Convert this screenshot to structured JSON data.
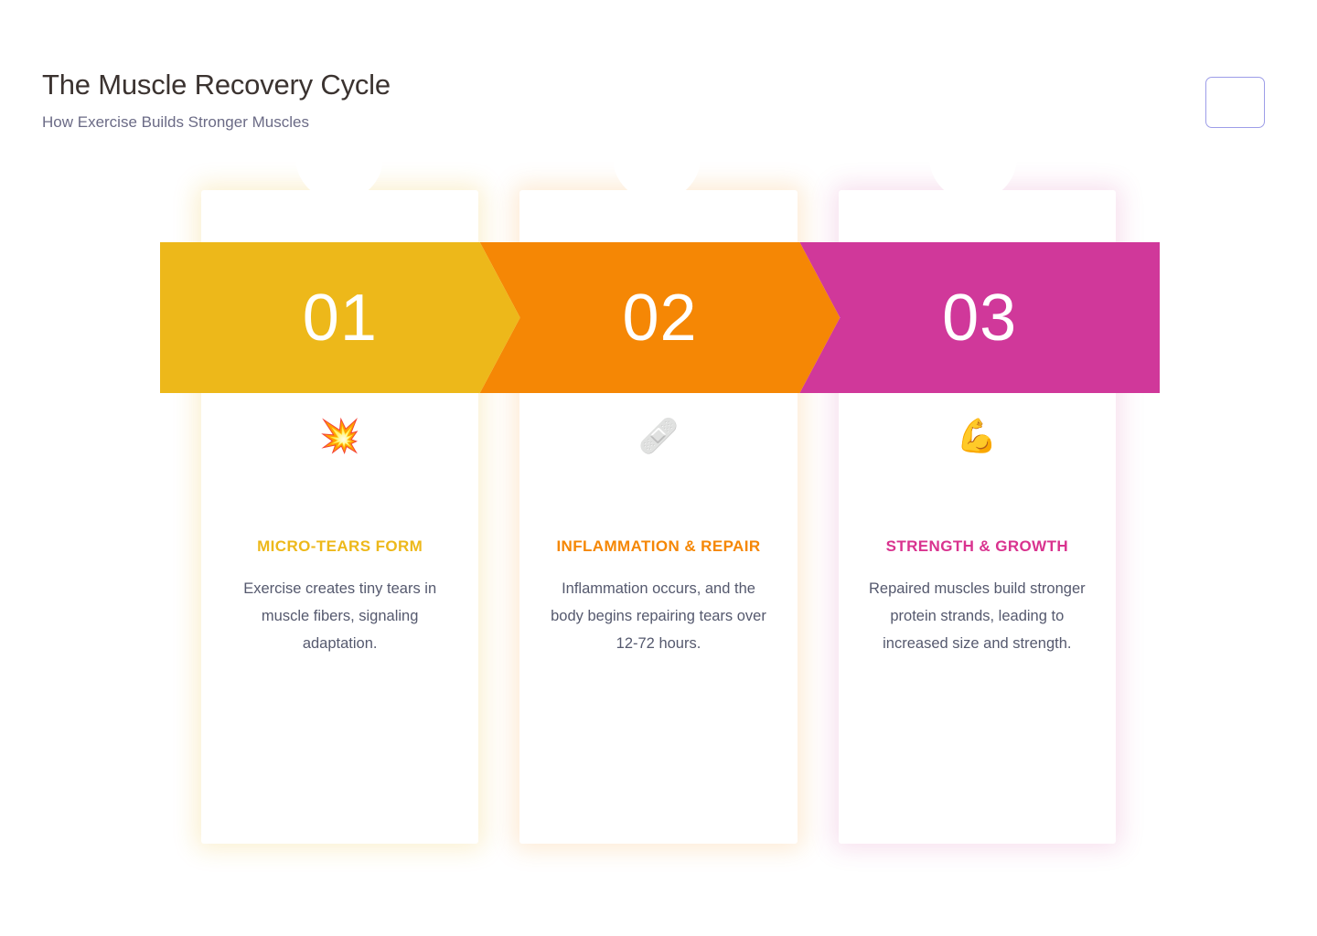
{
  "header": {
    "title": "The Muscle Recovery Cycle",
    "subtitle": "How Exercise Builds Stronger Muscles"
  },
  "corner_box": {
    "label": "",
    "border_color": "#9d9de8"
  },
  "steps": [
    {
      "number": "01",
      "icon": "💥",
      "icon_name": "collision-icon",
      "heading": "MICRO-TEARS FORM",
      "text": "Exercise creates tiny tears in muscle fibers, signaling adaptation.",
      "color": "#edb81a"
    },
    {
      "number": "02",
      "icon": "🩹",
      "icon_name": "adhesive-bandage-icon",
      "heading": "INFLAMMATION & REPAIR",
      "text": "Inflammation occurs, and the body begins repairing tears over 12-72 hours.",
      "color": "#f58705"
    },
    {
      "number": "03",
      "icon": "💪",
      "icon_name": "flexed-biceps-icon",
      "heading": "STRENGTH & GROWTH",
      "text": "Repaired muscles build stronger protein strands, leading to increased size and strength.",
      "color": "#d0389a"
    }
  ],
  "theme": {
    "background": "#ffffff",
    "title_color": "#3b3330",
    "subtitle_color": "#6b6b86",
    "body_text_color": "#55596e",
    "number_color": "#ffffff"
  }
}
